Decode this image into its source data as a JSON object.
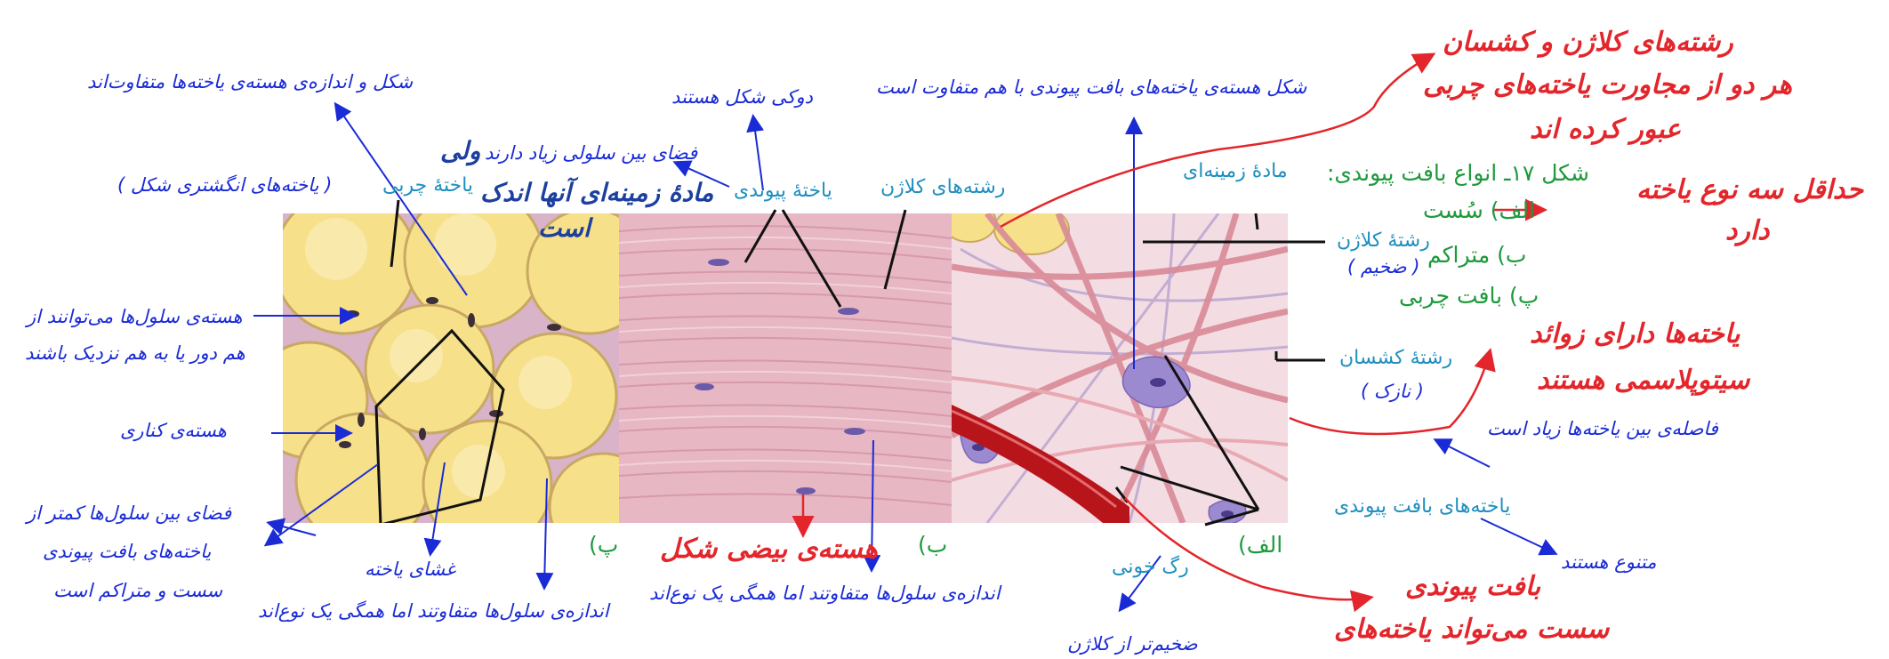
{
  "colors": {
    "annotation_blue": "#1a2bd6",
    "label_teal": "#1f8fbf",
    "caption_green": "#1e9a3c",
    "annotation_red": "#e3262b",
    "fat_cell": "#f6e08a",
    "dense_tissue": "#e7b7c4",
    "loose_tissue": "#f3dde3"
  },
  "panels": {
    "adipose": {
      "letter": "پ)"
    },
    "dense": {
      "letter": "ب)"
    },
    "loose": {
      "letter": "الف)"
    }
  },
  "figure_labels": {
    "fat_cell": "یاختهٔ چربی",
    "connective_cell": "یاختهٔ پیوندی",
    "collagen_fibers": "رشته‌های کلاژن",
    "ground_substance": "مادهٔ زمینه‌ای",
    "collagen_fiber": "رشتهٔ کلاژن",
    "collagen_thick": "( ضخیم )",
    "elastic_fiber": "رشتهٔ کشسان",
    "elastic_thin": "( نازک )",
    "connective_cells": "یاخته‌های بافت پیوندی",
    "blood_vessel": "رگ خونی"
  },
  "caption": {
    "title": "شکل ۱۷ـ انواع بافت پیوندی:",
    "a": "الف) سُست",
    "b": "ب) متراکم",
    "c": "پ) بافت چربی"
  },
  "blue_notes": {
    "nucleus_shape_size": "شکل و اندازه‌ی هسته‌ی یاخته‌ها متفاوت‌اند",
    "ring_cells": "( یاخته‌های انگشتری شکل )",
    "nucleus_distance_1": "هسته‌ی سلول‌ها می‌توانند از",
    "nucleus_distance_2": "هم دور یا به هم نزدیک باشند",
    "peripheral_nucleus": "هسته‌ی کناری",
    "intercell_space_1": "فضای بین سلول‌ها کمتر از",
    "intercell_space_2": "یاخته‌های بافت پیوندی",
    "intercell_space_3": "سست و متراکم است",
    "membrane": "غشای یاخته",
    "adipose_size": "اندازه‌ی سلول‌ها متفاوتند اما همگی یک نوع‌اند",
    "spindle_nucleus": "دوکی شکل هستند",
    "intercell_many": "فضای بین سلولی زیاد دارند",
    "dense_size": "اندازه‌ی سلول‌ها متفاوتند اما همگی یک نوع‌اند",
    "loose_nucleus": "شکل هسته‌ی یاخته‌های بافت پیوندی با هم متفاوت است",
    "distance_large": "فاصله‌ی بین یاخته‌ها زیاد است",
    "diverse": "متنوع هستند",
    "thicker": "ضخیم‌تر از کلاژن"
  },
  "navy_notes": {
    "but": "ولی",
    "line1": "مادهٔ زمینه‌ای آنها اندک",
    "line2": "است"
  },
  "red_notes": {
    "fibers_1": "رشته‌های کلاژن و کشسان",
    "fibers_2": "هر دو از مجاورت یاخته‌های چربی",
    "fibers_3": "عبور کرده اند",
    "three_types_1": "حداقل سه نوع یاخته",
    "three_types_2": "دارد",
    "multinucleus_1": "یاخته‌ها دارای زوائد",
    "multinucleus_2": "سیتوپلاسمی هستند",
    "oval_nucleus": "هسته‌ی بیضی شکل",
    "loose_1": "بافت پیوندی",
    "loose_2": "سست می‌تواند یاخته‌های"
  }
}
